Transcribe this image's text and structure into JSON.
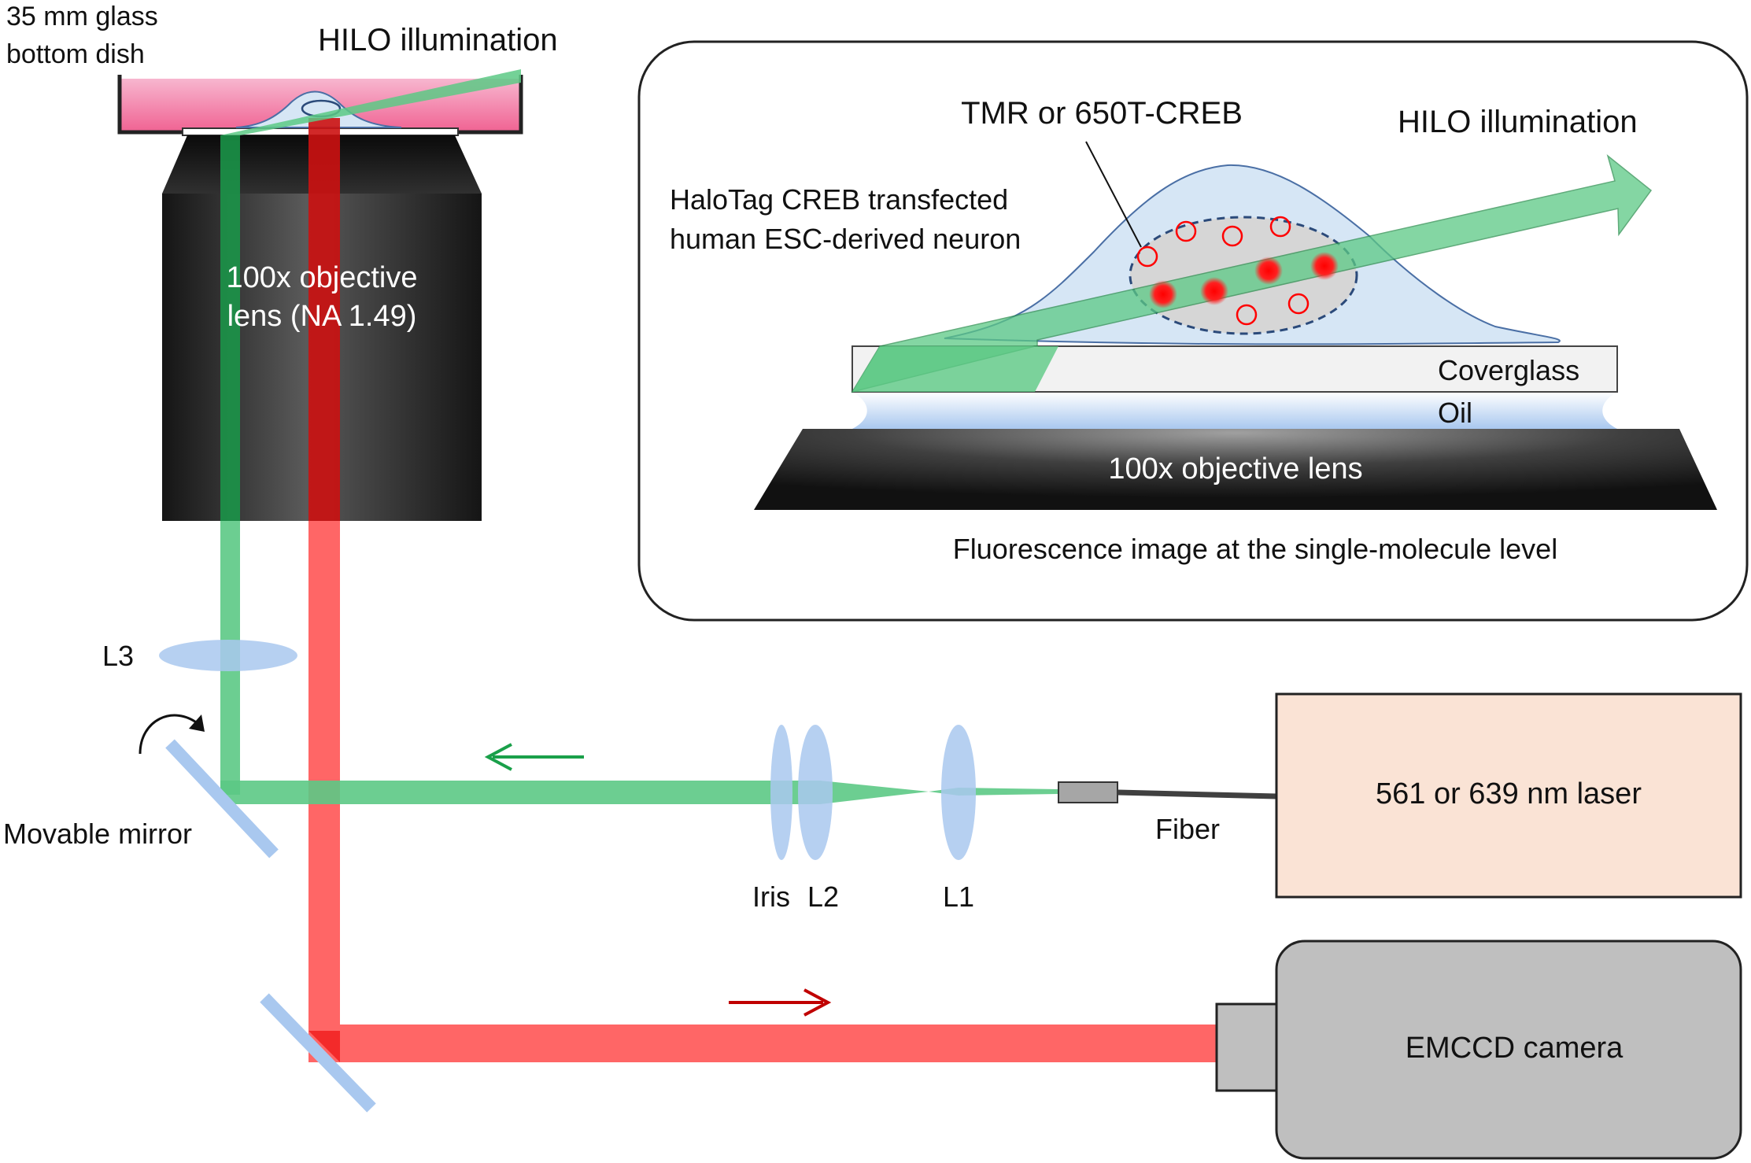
{
  "labels": {
    "dish": [
      "35 mm glass",
      "bottom dish"
    ],
    "hilo_left": "HILO illumination",
    "objective": [
      "100x objective",
      "lens (NA 1.49)"
    ],
    "l3": "L3",
    "movable_mirror": "Movable mirror",
    "iris": "Iris",
    "l2": "L2",
    "l1": "L1",
    "fiber": "Fiber",
    "laser": "561 or 639 nm laser",
    "camera": "EMCCD camera"
  },
  "inset": {
    "probe": "TMR or 650T-CREB",
    "hilo": "HILO illumination",
    "cell": [
      "HaloTag CREB transfected",
      "human ESC-derived neuron"
    ],
    "coverglass": "Coverglass",
    "oil": "Oil",
    "objective": "100x objective lens",
    "caption": "Fluorescence image at the single-molecule level"
  },
  "colors": {
    "green_beam": "#5cc985",
    "red_beam": "#ff6666",
    "lens": "#a9c8ef",
    "laser_box": "#fae3d5",
    "camera_body": "#bfbfbf",
    "dish_medium": "#f48fb1",
    "cell": "#d6e6f5"
  }
}
